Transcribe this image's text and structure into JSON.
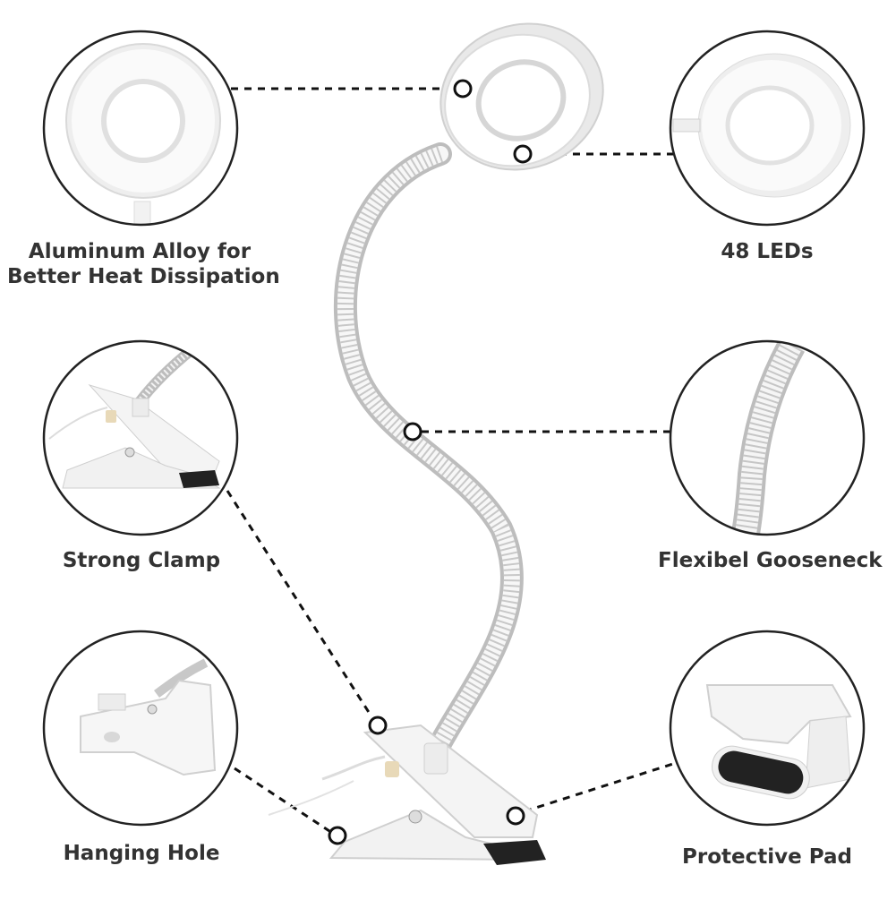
{
  "colors": {
    "text": "#333333",
    "circle_border": "#222222",
    "lamp_white": "#ffffff",
    "lamp_shade": "#e6e6e6",
    "rubber_pad": "#222222"
  },
  "icons": {
    "ring_head": "ring-head-icon",
    "gooseneck": "gooseneck-icon",
    "clamp": "clamp-icon",
    "pad": "rubber-pad-icon"
  },
  "features": {
    "aluminum": {
      "line1": "Aluminum Alloy for",
      "line2": "Better Heat Dissipation"
    },
    "leds": {
      "label": "48 LEDs"
    },
    "clamp": {
      "label": "Strong Clamp"
    },
    "gooseneck": {
      "label": "Flexibel Gooseneck"
    },
    "hanging": {
      "label": "Hanging Hole"
    },
    "pad": {
      "label": "Protective Pad"
    }
  }
}
